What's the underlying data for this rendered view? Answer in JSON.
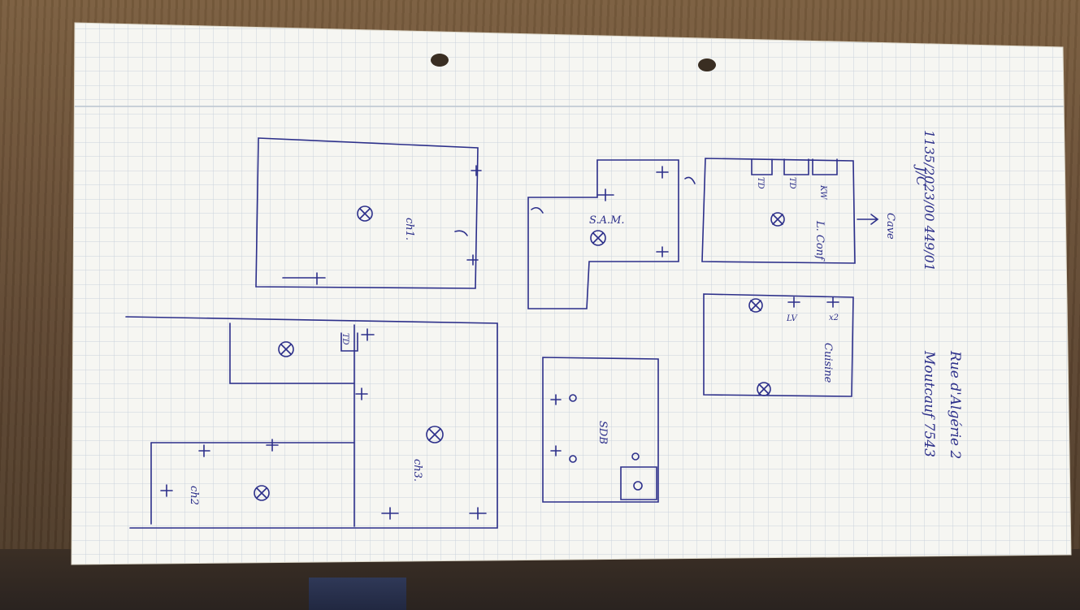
{
  "header_reference": "1135/2023/00 449/01",
  "header_code": "J/C",
  "address_line1": "Rue d'Algérie 2",
  "address_line2": "Moutcauf 7543",
  "rooms": {
    "ch1": "ch1.",
    "sam": "S.A.M.",
    "l_conf": "L. Conf",
    "cave": "Cave",
    "ch3": "ch3.",
    "ch2": "ch2",
    "sdb": "SDB",
    "cuisine": "Cuisine"
  },
  "labels": {
    "td1": "TD",
    "td2": "TD",
    "kw": "KW",
    "lv": "LV",
    "x2": "x2",
    "td3": "TD"
  },
  "colors": {
    "ink": "#2c2f8a",
    "paper": "#f6f6f2",
    "grid": "#c9d2dc",
    "wood": "#6b5338"
  }
}
